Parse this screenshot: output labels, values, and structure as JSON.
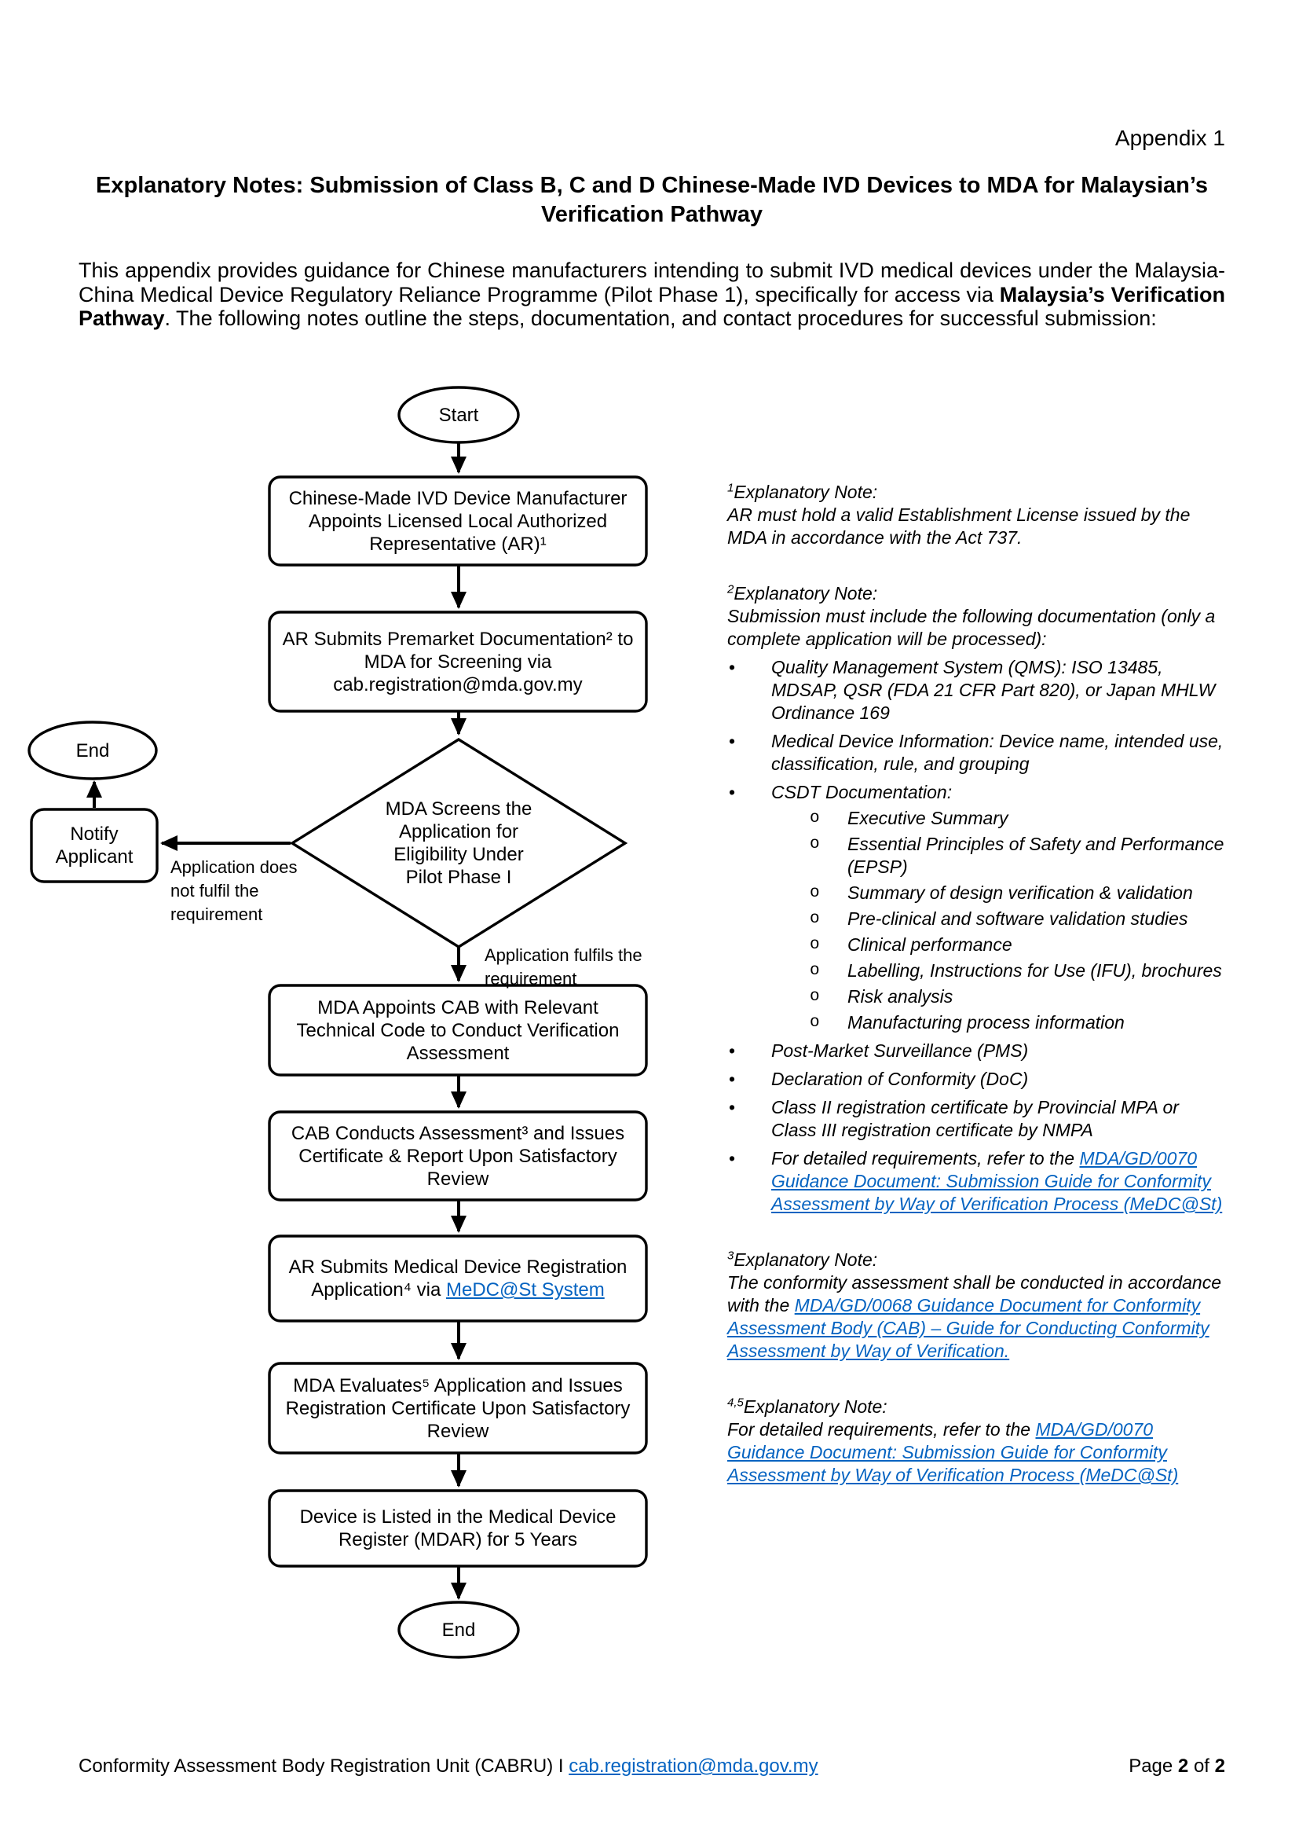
{
  "colors": {
    "link_blue": "#0563C1",
    "text_black": "#000000"
  },
  "header": {
    "appendix_label": "Appendix 1",
    "title_lines": [
      "Explanatory Notes: Submission of Class B, C and D Chinese-Made IVD Devices to MDA for Malaysian’s",
      "Verification Pathway"
    ]
  },
  "intro": {
    "before": "This appendix provides guidance for Chinese manufacturers intending to submit IVD medical devices under the Malaysia-China Medical Device Regulatory Reliance Programme (Pilot Phase 1), specifically for access via ",
    "bold": "Malaysia’s Verification Pathway",
    "after": ". The following notes outline the steps, documentation, and contact procedures for successful submission:"
  },
  "flowchart": {
    "start_label": "Start",
    "box_appoint_ar": [
      "Chinese-Made IVD Device Manufacturer",
      "Appoints Licensed Local Authorized",
      "Representative (AR)¹"
    ],
    "box_submit_premarket": [
      "AR Submits Premarket Documentation² to",
      "MDA for Screening via",
      "cab.registration@mda.gov.my"
    ],
    "decision_screening": [
      "MDA Screens the",
      "Application for",
      "Eligibility Under",
      "Pilot Phase I"
    ],
    "label_not_fulfil": [
      "Application does",
      "not fulfil the",
      "requirement"
    ],
    "label_fulfils": [
      "Application fulfils the",
      "requirement"
    ],
    "box_notify": [
      "Notify",
      "Applicant"
    ],
    "end_label_left": "End",
    "box_appoint_cab": [
      "MDA Appoints CAB with Relevant",
      "Technical Code to Conduct Verification",
      "Assessment"
    ],
    "box_cab_assessment": [
      "CAB Conducts Assessment³ and Issues",
      "Certificate & Report Upon Satisfactory",
      "Review"
    ],
    "box_ar_registration_line1": "AR Submits Medical Device Registration",
    "box_ar_registration_line2_pre": "Application⁴ via ",
    "box_ar_registration_link": "MeDC@St System",
    "box_mda_evaluates": [
      "MDA Evaluates⁵ Application and Issues",
      "Registration Certificate Upon Satisfactory",
      "Review"
    ],
    "box_device_listed": [
      "Device is Listed in the Medical Device",
      "Register (MDAR) for 5 Years"
    ],
    "end_label_bottom": "End"
  },
  "notes": {
    "bullet_glyph": "•",
    "sub_bullet_glyph": "o",
    "n1": {
      "sup": "1",
      "heading": "Explanatory Note:",
      "body": "AR must hold a valid Establishment License issued by the MDA in accordance with the Act 737."
    },
    "n2": {
      "sup": "2",
      "heading": "Explanatory Note:",
      "intro": "Submission must include the following documentation (only a complete application will be processed):",
      "b_qms": "Quality Management System (QMS): ISO 13485, MDSAP, QSR (FDA 21 CFR Part 820), or Japan MHLW Ordinance 169",
      "b_mdi": "Medical Device Information: Device name, intended use, classification, rule, and grouping",
      "b_csdt": "CSDT Documentation:",
      "csdt": [
        "Executive Summary",
        "Essential Principles of Safety and Performance (EPSP)",
        "Summary of design verification & validation",
        "Pre-clinical and software validation studies",
        "Clinical performance",
        "Labelling, Instructions for Use (IFU), brochures",
        "Risk analysis",
        "Manufacturing process information"
      ],
      "b_pms": "Post-Market Surveillance (PMS)",
      "b_doc": "Declaration of Conformity (DoC)",
      "b_class": "Class II registration certificate by Provincial MPA or Class III registration certificate by NMPA",
      "b_ref_pre": "For detailed requirements, refer to the ",
      "b_ref_link": "MDA/GD/0070 Guidance Document: Submission Guide for Conformity Assessment by Way of Verification Process (MeDC@St)"
    },
    "n3": {
      "sup": "3",
      "heading": "Explanatory Note:",
      "pre": "The conformity assessment shall be conducted in accordance with the ",
      "link": "MDA/GD/0068 Guidance Document for Conformity Assessment Body (CAB) – Guide for Conducting Conformity Assessment by Way of Verification."
    },
    "n45": {
      "sup": "4,5",
      "heading": "Explanatory Note:",
      "pre": "For detailed requirements, refer to the ",
      "link": "MDA/GD/0070 Guidance Document: Submission Guide for Conformity Assessment by Way of Verification Process (MeDC@St)"
    }
  },
  "footer": {
    "unit_text": "Conformity Assessment Body Registration Unit (CABRU) I ",
    "email": "cab.registration@mda.gov.my",
    "page_word": "Page ",
    "page_number": "2",
    "of_word": " of ",
    "page_total": "2"
  }
}
